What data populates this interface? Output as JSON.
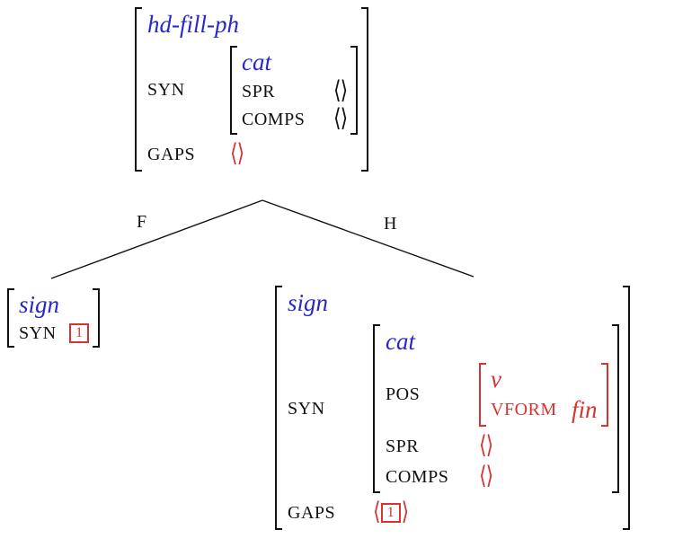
{
  "diagram": {
    "edge_labels": {
      "filler": "F",
      "head": "H"
    },
    "root": {
      "type": "hd-fill-ph",
      "syn": {
        "label": "SYN",
        "cat": {
          "type": "cat",
          "spr_label": "SPR",
          "spr_value": "⟨⟩",
          "comps_label": "COMPS",
          "comps_value": "⟨⟩"
        }
      },
      "gaps": {
        "label": "GAPS",
        "value": "⟨⟩"
      }
    },
    "filler_node": {
      "type": "sign",
      "syn": {
        "label": "SYN",
        "tag": "1"
      }
    },
    "head_node": {
      "type": "sign",
      "syn": {
        "label": "SYN",
        "cat": {
          "type": "cat",
          "pos_label": "POS",
          "pos": {
            "type": "v",
            "vform_label": "VFORM",
            "vform_value": "fin"
          },
          "spr_label": "SPR",
          "spr_value": "⟨⟩",
          "comps_label": "COMPS",
          "comps_value": "⟨⟩"
        }
      },
      "gaps": {
        "label": "GAPS",
        "open": "⟨",
        "tag": "1",
        "close": "⟩"
      }
    },
    "colors": {
      "type_blue": "#2727cd",
      "highlight_red": "#d63333",
      "text_black": "#111111"
    }
  }
}
